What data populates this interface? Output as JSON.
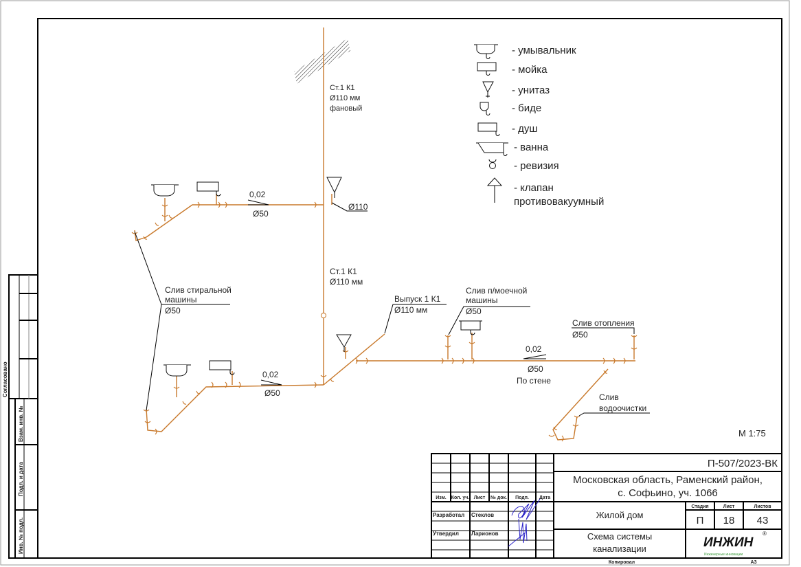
{
  "drawing": {
    "riser_top": {
      "line1": "Ст.1  К1",
      "line2": "Ø110 мм",
      "line3": "фановый"
    },
    "riser_mid": {
      "line1": "Ст.1 К1",
      "line2": "Ø110 мм"
    },
    "wc_dia": "Ø110",
    "top_branch": {
      "slope": "0,02",
      "dia": "Ø50"
    },
    "bottom_branch": {
      "slope": "0,02",
      "dia": "Ø50"
    },
    "right_branch": {
      "slope": "0,02",
      "dia": "Ø50",
      "note": "По стене"
    },
    "washer": {
      "line1": "Слив стиральной",
      "line2": "машины",
      "dia": "Ø50"
    },
    "outlet": {
      "line1": "Выпуск 1 К1",
      "line2": "Ø110 мм"
    },
    "dishwasher": {
      "line1": "Слив п/моечной",
      "line2": "машины",
      "dia": "Ø50"
    },
    "heating": {
      "line1": "Слив отопления",
      "dia": "Ø50"
    },
    "water_treatment": {
      "line1": "Слив",
      "line2": "водоочистки"
    },
    "scale": "М 1:75"
  },
  "legend": [
    {
      "icon": "washbasin-icon",
      "label": "- умывальник"
    },
    {
      "icon": "sink-icon",
      "label": "- мойка"
    },
    {
      "icon": "toilet-icon",
      "label": "- унитаз"
    },
    {
      "icon": "bidet-icon",
      "label": "- биде"
    },
    {
      "icon": "shower-icon",
      "label": "- душ"
    },
    {
      "icon": "bathtub-icon",
      "label": "- ванна"
    },
    {
      "icon": "revision-icon",
      "label": "- ревизия"
    },
    {
      "icon": "vacuum-valve-icon",
      "label": "- клапан",
      "label2": "противовакуумный"
    }
  ],
  "title_block": {
    "code": "П-507/2023-ВК",
    "address1": "Московская область, Раменский район,",
    "address2": "с. Софьино, уч. 1066",
    "object": "Жилой дом",
    "sheet_title1": "Схема системы",
    "sheet_title2": "канализации",
    "headers": [
      "Изм.",
      "Кол. уч.",
      "Лист",
      "№ док.",
      "Подп.",
      "Дата"
    ],
    "developed_label": "Разработал",
    "developed_name": "Стеклов",
    "approved_label": "Утвердил",
    "approved_name": "Ларионов",
    "stage_label": "Стадия",
    "sheet_label": "Лист",
    "sheets_label": "Листов",
    "stage": "П",
    "sheet": "18",
    "sheets": "43",
    "logo": "ИНЖИН",
    "logo_sub": "Инженерные инновации",
    "copied": "Копировал",
    "format": "А3"
  },
  "side_stamp": {
    "agreed": "Согласовано",
    "inv_replace": "Взам. инв. №",
    "sign_date": "Подп. и дата",
    "inv_orig": "Инв. № подл."
  }
}
